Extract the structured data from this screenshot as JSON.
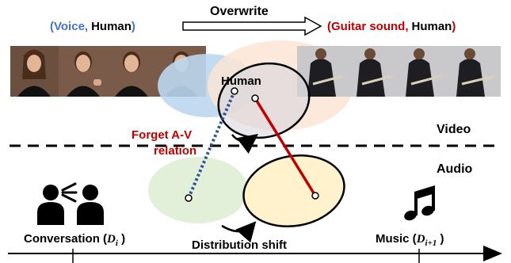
{
  "top": {
    "left_open": "(",
    "left_voice": "Voice,",
    "left_human": "Human",
    "left_close": ")",
    "overwrite": "Overwrite",
    "right_open": "(",
    "right_guitar": "Guitar sound,",
    "right_human": "Human",
    "right_close": ")"
  },
  "diagram": {
    "human_label": "Human",
    "forget_line1": "Forget A-V",
    "forget_line2": "relation",
    "video_label": "Video",
    "audio_label": "Audio",
    "distribution_shift": "Distribution shift"
  },
  "timeline": {
    "conversation_label": "Conversation (",
    "conversation_var": "D",
    "conversation_sub": "i",
    "conversation_close": " )",
    "music_label": "Music (",
    "music_var": "D",
    "music_sub": "i+1",
    "music_close": " )"
  },
  "colors": {
    "voice_blue": "#4472c4",
    "guitar_red": "#c00000",
    "blue_cloud": "#bdd7ee",
    "peach_cloud": "#fbe5d6",
    "green_cloud": "#e2efd9",
    "yellow_cloud": "#fff2cc",
    "dotted_line": "#2f5597",
    "solid_line": "#c00000"
  },
  "icons": [
    "people-talking-icon",
    "music-note-icon",
    "woman-video-frames",
    "guitarist-video-frames"
  ]
}
